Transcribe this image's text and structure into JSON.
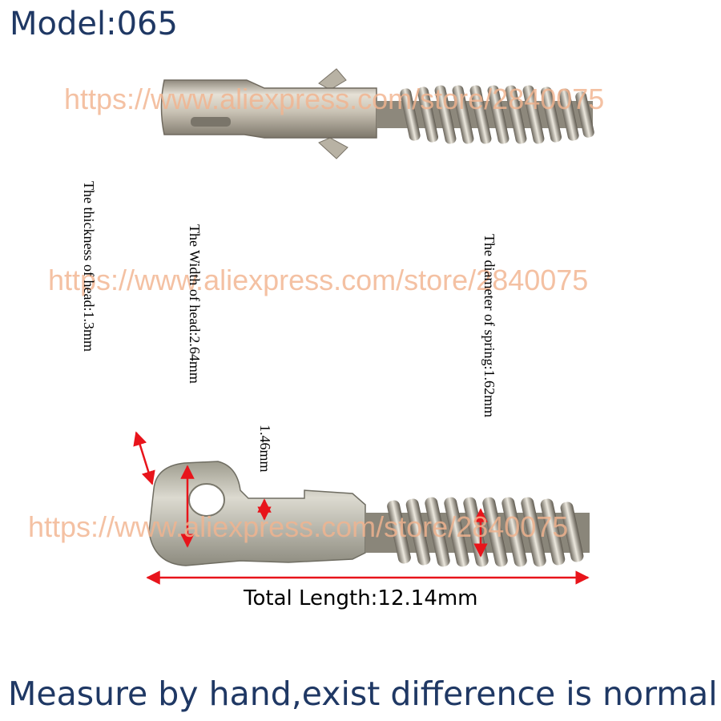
{
  "model_title": "Model:065",
  "watermarks": [
    "https://www.aliexpress.com/store/2840075",
    "https://www.aliexpress.com/store/2840075",
    "https://www.aliexpress.com/store/2840075"
  ],
  "labels": {
    "thickness_of_head": "The thickness of head:1.3mm",
    "width_of_head": "The Width of head:2.64mm",
    "neck_width": "1.46mm",
    "diameter_of_spring": "The diameter of spring:1.62mm",
    "total_length": "Total Length:12.14mm"
  },
  "footer_note": "Measure by hand,exist difference is normal",
  "colors": {
    "title_text": "#1f3864",
    "watermark": "#f2b48f",
    "arrow": "#e8141b",
    "metal": "#c9c2b4"
  }
}
